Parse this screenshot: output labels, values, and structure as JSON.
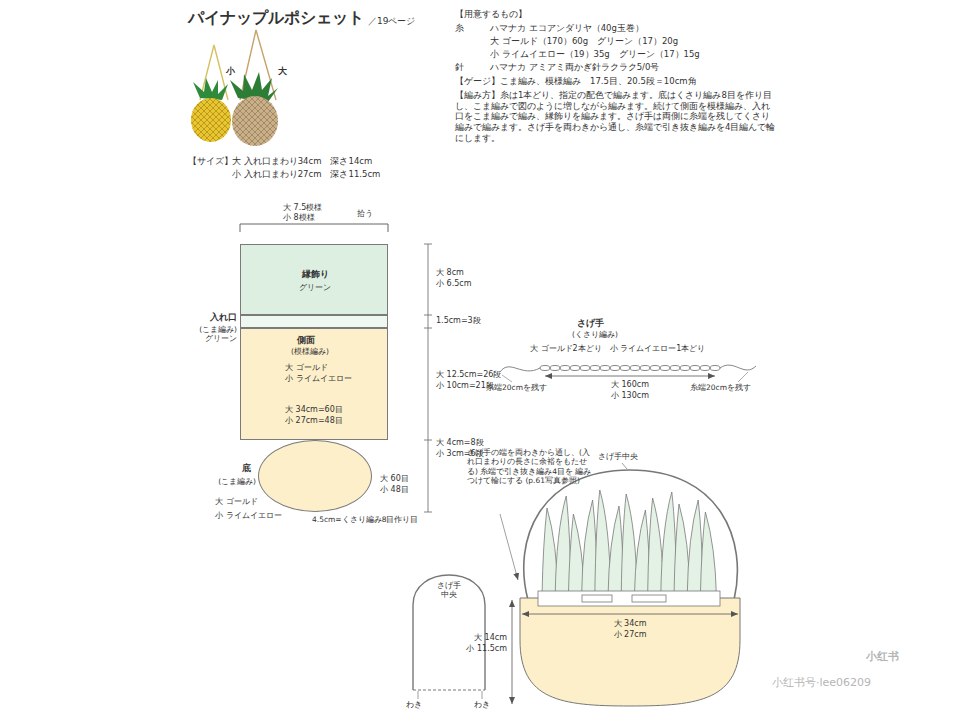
{
  "diagram": {
    "title": "パイナップルポシェット",
    "nodes": [
      {
        "text": [
          "縁飾り",
          "グリーン"
        ]
      },
      {
        "text": [
          "入れ口",
          "(こま編み) グリーン"
        ]
      },
      {
        "text": [
          "側面",
          "(模様編み)",
          "大 ゴールド",
          "小 ライムイエロー",
          "大 34cm=60目",
          "小 27cm=48目"
        ]
      },
      {
        "text": [
          "底",
          "(こま編み)",
          "大 ゴールド",
          "小 ライムイエロー"
        ]
      }
    ],
    "labels": [
      "／19ページ",
      "【用意するもの】",
      "糸",
      "ハマナカ エコアンダリヤ（40g玉巻）",
      "大 ゴールド（170）60g　グリーン（17）20g",
      "小 ライムイエロー（19）35g　グリーン（17）15g",
      "針",
      "ハマナカ アミアミ両かぎ針ラクラク5/0号",
      "【ゲージ】こま編み、模様編み　17.5目、20.5段＝10cm角",
      "【編み方】糸は1本どり、指定の配色で編みます。底はくさり編み8目を作り目し、こま編みで図のように増しながら編みます。続けて側面を模様編み、入れ口をこま編みで編み、縁飾りを編みます。さげ手は両側に糸端を残してくさり編みで編みます。さげ手を両わきから通し、糸端で引き抜き編みを4目編んで輪にします。",
      "小",
      "大",
      "【サイズ】",
      "大 入れ口まわり34cm　深さ14cm",
      "小 入れ口まわり27cm　深さ11.5cm",
      "大 7.5模様",
      "小 8模様",
      "拾う",
      "大 8cm",
      "小 6.5cm",
      "1.5cm=3段",
      "大 12.5cm=26段",
      "小 10cm=21段",
      "大 4cm=8段",
      "小 3cm=6段",
      "大 60目",
      "小 48目",
      "4.5cm=くさり編み8目作り目",
      "さげ手",
      "(くさり編み)",
      "大 ゴールド2本どり　小 ライムイエロー1本どり",
      "大 160cm",
      "小 130cm",
      "糸端20cmを残す",
      "糸端20cmを残す",
      "さげ手の端を両わきから通し、(入れ口まわりの長さに余裕をもたせる) 糸端で引き抜き編み4目を 編みつけて輪にする (p.61写真参照)",
      "さげ手中央",
      "大 34cm",
      "小 27cm",
      "大 14cm",
      "小 11.5cm",
      "さげ手 中央",
      "わき",
      "わき",
      "小红书号·lee06209",
      "小红书"
    ]
  }
}
